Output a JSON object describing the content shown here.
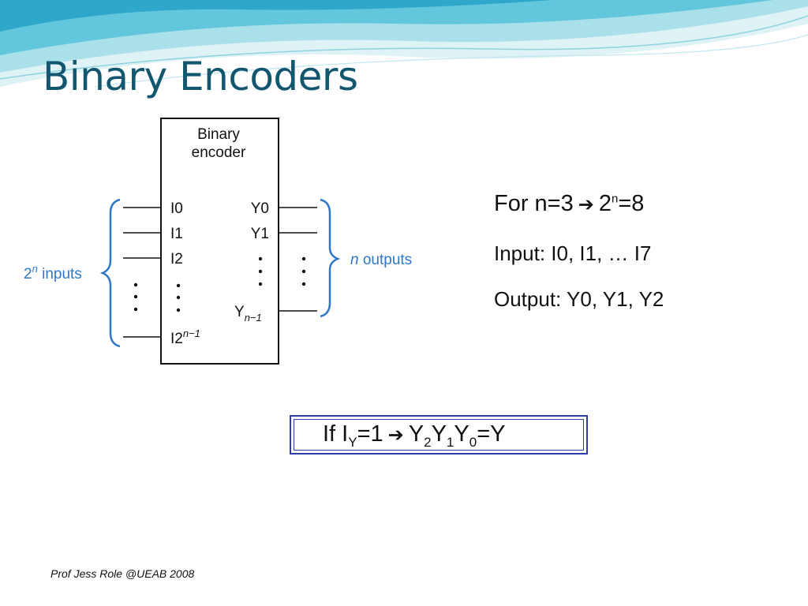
{
  "slide": {
    "title": "Binary Encoders",
    "footer": "Prof Jess Role @UEAB 2008"
  },
  "diagram": {
    "block_title_line1": "Binary",
    "block_title_line2": "encoder",
    "inputs": [
      "I0",
      "I1",
      "I2"
    ],
    "last_input_base": "I2",
    "last_input_exp": "n−1",
    "outputs": [
      "Y0",
      "Y1"
    ],
    "last_output_base": "Y",
    "last_output_sub": "n−1",
    "inputs_label_base": "2",
    "inputs_label_exp": "n",
    "inputs_label_text": " inputs",
    "outputs_label_var": "n",
    "outputs_label_text": " outputs",
    "colors": {
      "accent": "#2e78c7",
      "line": "#111111"
    }
  },
  "info": {
    "line1_left": "For n=3",
    "line1_base": "2",
    "line1_exp": "n",
    "line1_rest": "=8",
    "line2": "Input: I0, I1, … I7",
    "line3": "Output: Y0, Y1, Y2"
  },
  "formula": {
    "if": "If I",
    "if_sub": "Y",
    "eq1": "=1",
    "y2": "Y",
    "y2_sub": "2",
    "y1": "Y",
    "y1_sub": "1",
    "y0": "Y",
    "y0_sub": "0",
    "result": "=Y"
  },
  "colors": {
    "title": "#12566f",
    "box_border": "#2a3daa"
  }
}
